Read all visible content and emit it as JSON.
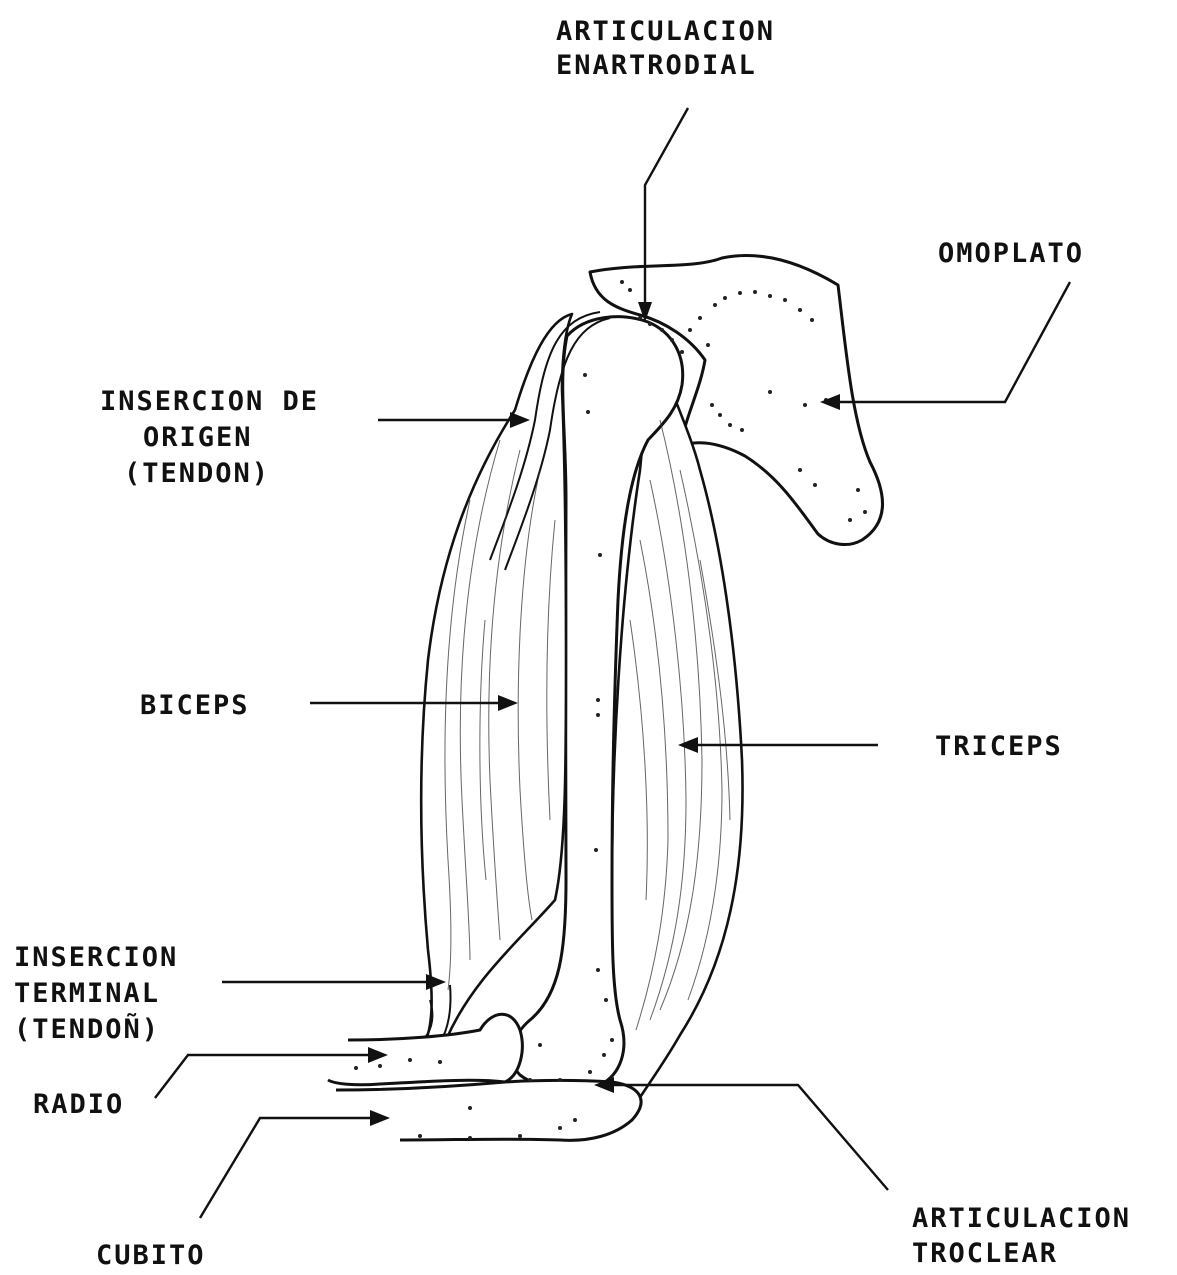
{
  "diagram": {
    "labels": {
      "articulacion_enartrodial": [
        "ARTICULACION",
        "ENARTRODIAL"
      ],
      "omoplato": [
        "OMOPLATO"
      ],
      "insercion_origen": [
        "INSERCION DE",
        "ORIGEN",
        "(TENDON)"
      ],
      "biceps": [
        "BICEPS"
      ],
      "triceps": [
        "TRICEPS"
      ],
      "insercion_terminal": [
        "INSERCION",
        "TERMINAL",
        "(TENDOÑ)"
      ],
      "radio": [
        "RADIO"
      ],
      "cubito": [
        "CUBITO"
      ],
      "articulacion_troclear": [
        "ARTICULACION",
        "TROCLEAR"
      ]
    },
    "colors": {
      "ink": "#111111",
      "paper": "#ffffff"
    }
  }
}
